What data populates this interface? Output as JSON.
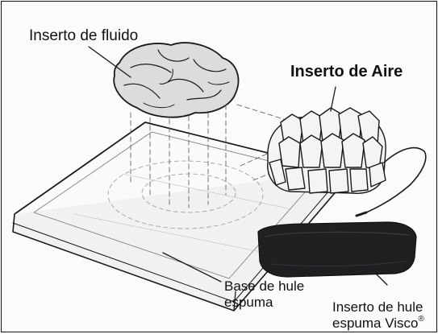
{
  "labels": {
    "fluid_insert": "Inserto de fluido",
    "air_insert": "Inserto de Aire",
    "foam_base_line1": "Base de hule",
    "foam_base_line2": "espuma",
    "visco_insert_line1": "Inserto de hule",
    "visco_insert_line2": "espuma Visco",
    "visco_mark": "®"
  },
  "colors": {
    "line": "#1a1a1a",
    "visco_foam": "#1f2022",
    "background": "#fbfbfa"
  }
}
